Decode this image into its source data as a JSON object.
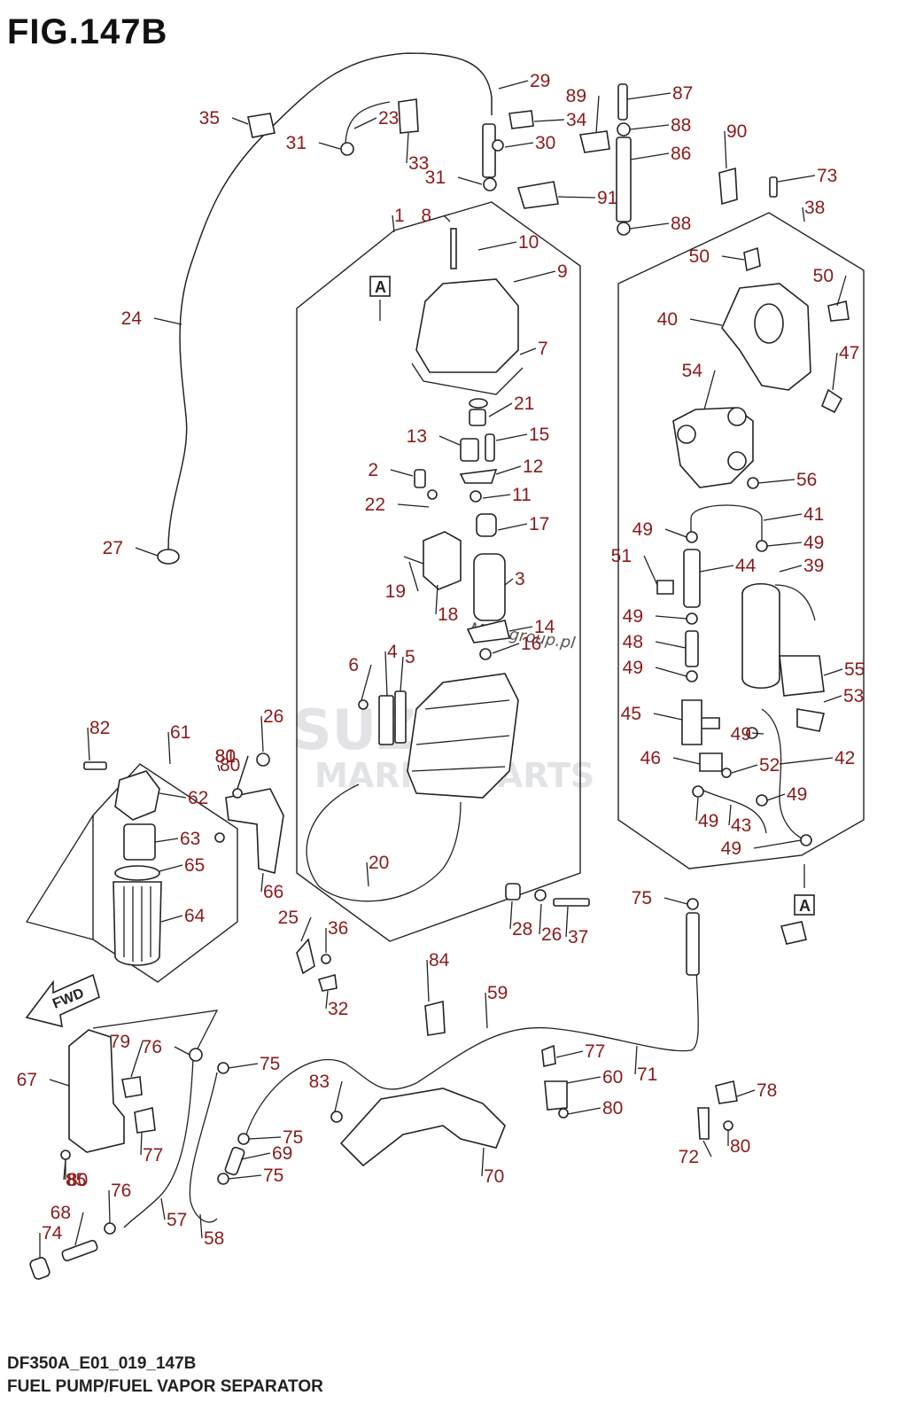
{
  "figure": {
    "title": "FIG.147B",
    "code": "DF350A_E01_019_147B",
    "caption": "FUEL PUMP/FUEL VAPOR SEPARATOR"
  },
  "view_markers": [
    "A",
    "A"
  ],
  "direction_arrow": "FWD",
  "watermark": [
    "SUZUK",
    "MARINE PARTS",
    "Motogroup.pl"
  ],
  "callouts": [
    "1",
    "2",
    "3",
    "4",
    "5",
    "6",
    "7",
    "8",
    "9",
    "10",
    "11",
    "12",
    "13",
    "14",
    "15",
    "16",
    "17",
    "18",
    "19",
    "20",
    "21",
    "22",
    "23",
    "24",
    "25",
    "26",
    "26",
    "27",
    "28",
    "29",
    "30",
    "31",
    "31",
    "32",
    "33",
    "34",
    "35",
    "36",
    "37",
    "38",
    "39",
    "40",
    "41",
    "42",
    "43",
    "44",
    "45",
    "46",
    "47",
    "48",
    "49",
    "49",
    "49",
    "49",
    "49",
    "49",
    "49",
    "49",
    "50",
    "50",
    "51",
    "52",
    "53",
    "54",
    "55",
    "56",
    "57",
    "58",
    "59",
    "60",
    "61",
    "62",
    "63",
    "64",
    "65",
    "66",
    "67",
    "68",
    "69",
    "70",
    "71",
    "72",
    "73",
    "74",
    "75",
    "75",
    "75",
    "75",
    "76",
    "76",
    "77",
    "77",
    "78",
    "79",
    "80",
    "80",
    "80",
    "80",
    "80",
    "81",
    "82",
    "83",
    "84",
    "85",
    "86",
    "87",
    "88",
    "88",
    "89",
    "90",
    "91"
  ],
  "colors": {
    "callout": "#8b1a1a",
    "line": "#222222",
    "watermark": "#c9cdd3"
  }
}
